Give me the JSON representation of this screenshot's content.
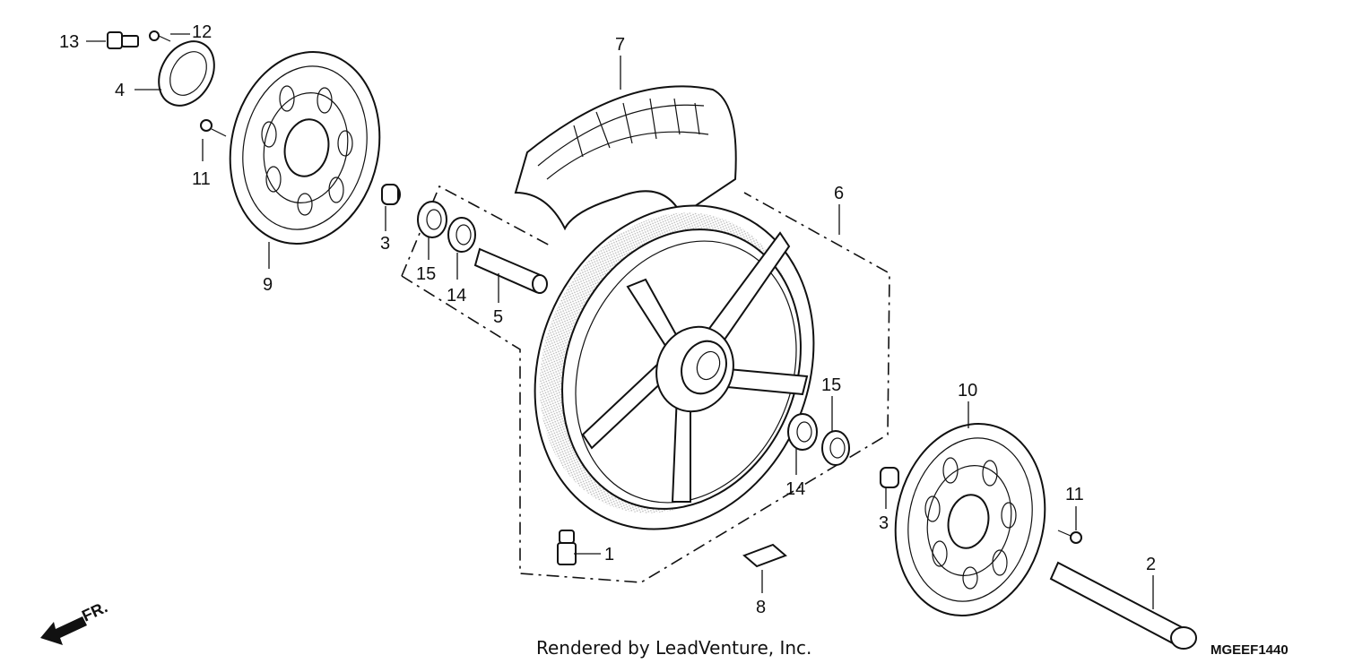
{
  "callouts": {
    "c1": "1",
    "c2": "2",
    "c3a": "3",
    "c3b": "3",
    "c4": "4",
    "c5": "5",
    "c6": "6",
    "c7": "7",
    "c8": "8",
    "c9": "9",
    "c10": "10",
    "c11a": "11",
    "c11b": "11",
    "c12": "12",
    "c13": "13",
    "c14a": "14",
    "c14b": "14",
    "c15a": "15",
    "c15b": "15"
  },
  "direction_label": "FR.",
  "footer_text": "Rendered by LeadVenture, Inc.",
  "diagram_code": "MGEEF1440"
}
